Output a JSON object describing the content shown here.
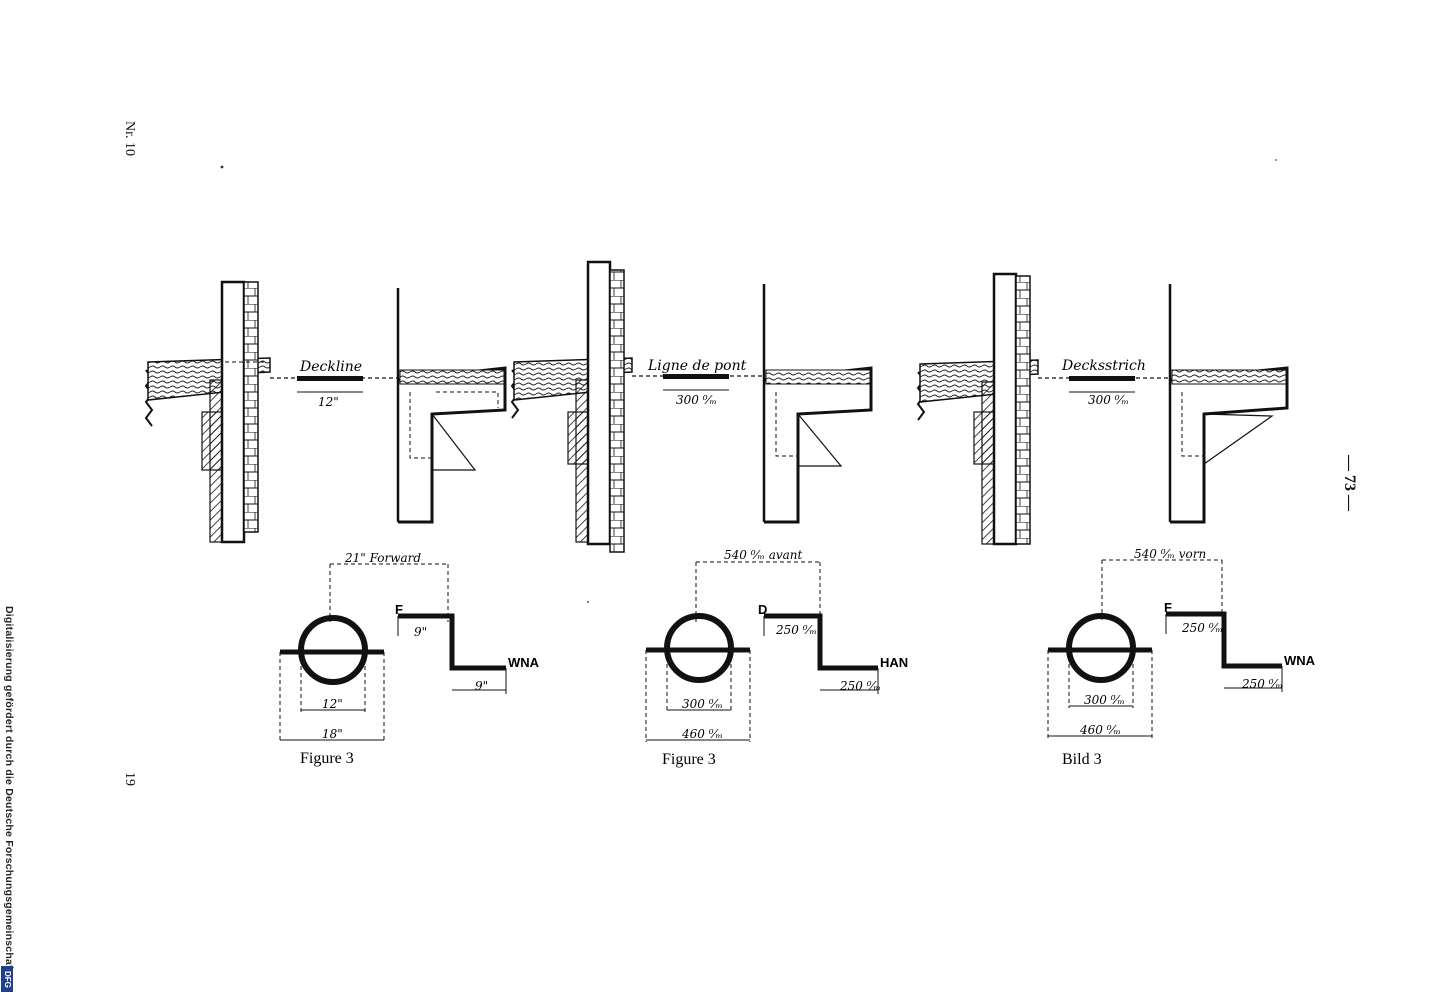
{
  "side_credit": "Digitalisierung gefördert durch die Deutsche Forschungsgemeinschaft •",
  "logo_text": "DFG",
  "page_ref_top": "Nr. 10",
  "page_num_bottom": "19",
  "page_num_right": "— 73 —",
  "panels": [
    {
      "deck_label": "Deckline",
      "deck_width": "12\"",
      "forward_label": "21\" Forward",
      "step_top_letter": "F",
      "step_top_dim": "9\"",
      "step_bottom_letter": "WNA",
      "step_bottom_dim": "9\"",
      "circle_inner_dim": "12\"",
      "circle_outer_dim": "18\"",
      "caption": "Figure 3"
    },
    {
      "deck_label": "Ligne de pont",
      "deck_width": "300 ⁰⁄ₘ",
      "forward_label": "540 ⁰⁄ₘ avant",
      "step_top_letter": "D",
      "step_top_dim": "250 ⁰⁄ₘ",
      "step_bottom_letter": "HAN",
      "step_bottom_dim": "250 ⁰⁄ₘ",
      "circle_inner_dim": "300 ⁰⁄ₘ",
      "circle_outer_dim": "460 ⁰⁄ₘ",
      "caption": "Figure 3"
    },
    {
      "deck_label": "Decksstrich",
      "deck_width": "300 ⁰⁄ₘ",
      "forward_label": "540 ⁰⁄ₘ vorn",
      "step_top_letter": "F",
      "step_top_dim": "250 ⁰⁄ₘ",
      "step_bottom_letter": "WNA",
      "step_bottom_dim": "250 ⁰⁄ₘ",
      "circle_inner_dim": "300 ⁰⁄ₘ",
      "circle_outer_dim": "460 ⁰⁄ₘ",
      "caption": "Bild 3"
    }
  ]
}
